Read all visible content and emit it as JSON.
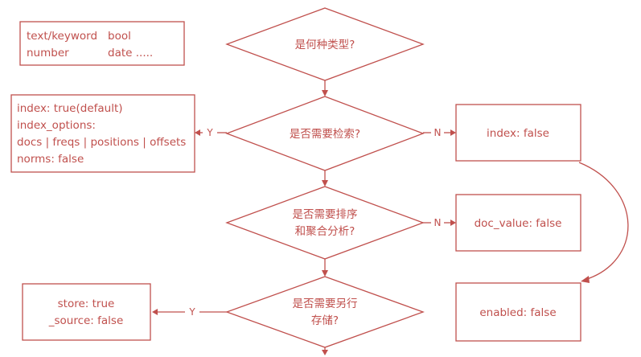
{
  "colors": {
    "accent": "#c0504d",
    "background": "#ffffff"
  },
  "types_box": {
    "col1": [
      "text/keyword",
      "number"
    ],
    "col2": [
      "bool",
      "date ....."
    ]
  },
  "decisions": {
    "d1": [
      "是何种类型?"
    ],
    "d2": [
      "是否需要检索?"
    ],
    "d3": [
      "是否需要排序",
      "和聚合分析?"
    ],
    "d4": [
      "是否需要另行",
      "存储?"
    ]
  },
  "boxes": {
    "index_true": [
      "index: true(default)",
      "index_options:",
      "docs | freqs | positions | offsets",
      "norms: false"
    ],
    "index_false": [
      "index: false"
    ],
    "doc_value_false": [
      "doc_value: false"
    ],
    "store_true": [
      "store: true",
      "_source: false"
    ],
    "enabled_false": [
      "enabled: false"
    ]
  },
  "edge_labels": {
    "yes": "Y",
    "no": "N"
  }
}
